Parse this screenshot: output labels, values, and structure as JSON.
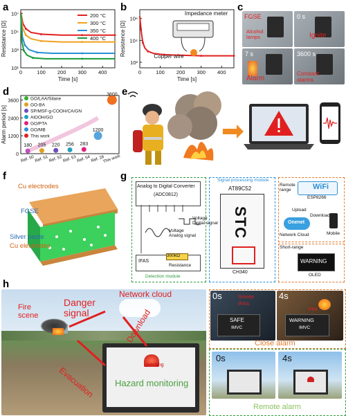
{
  "panels": {
    "a": "a",
    "b": "b",
    "c": "c",
    "d": "d",
    "e": "e",
    "f": "f",
    "g": "g",
    "h": "h"
  },
  "colors": {
    "red": "#e02020",
    "orange": "#f0a020",
    "yellow": "#e8c800",
    "green": "#1a9a3a",
    "blue": "#2b8fd6",
    "dgreen": "#2e9a3a"
  },
  "chart_data": [
    {
      "type": "line",
      "xlabel": "Time [s]",
      "ylabel": "Resistance [Ω]",
      "xticks": [
        "0",
        "100",
        "200",
        "300",
        "400"
      ],
      "yticks": [
        "10¹",
        "10³",
        "10⁵",
        "10⁷"
      ],
      "xlim": [
        0,
        460
      ],
      "ylim_log10": [
        1,
        7.4
      ],
      "series": [
        {
          "name": "200 °C",
          "color": "#e02020",
          "x": [
            0,
            10,
            25,
            50,
            100,
            200,
            300,
            400,
            460
          ],
          "log10y": [
            7.1,
            5.9,
            5.3,
            4.9,
            4.7,
            4.6,
            4.6,
            4.6,
            4.6
          ]
        },
        {
          "name": "300 °C",
          "color": "#f0a020",
          "x": [
            0,
            10,
            25,
            50,
            100,
            200,
            300,
            400,
            460
          ],
          "log10y": [
            7.0,
            5.3,
            4.6,
            4.2,
            3.95,
            3.85,
            3.85,
            3.85,
            3.85
          ]
        },
        {
          "name": "350 °C",
          "color": "#2b8fd6",
          "x": [
            0,
            8,
            20,
            40,
            80,
            150,
            300,
            460
          ],
          "log10y": [
            7.0,
            4.4,
            3.5,
            3.0,
            2.7,
            2.6,
            2.6,
            2.6
          ]
        },
        {
          "name": "400 °C",
          "color": "#1a9a3a",
          "x": [
            0,
            6,
            15,
            30,
            60,
            120,
            300,
            460
          ],
          "log10y": [
            7.0,
            3.8,
            2.9,
            2.4,
            2.1,
            2.0,
            2.0,
            2.0
          ]
        }
      ]
    },
    {
      "type": "line",
      "xlabel": "Time [s]",
      "ylabel": "Resistence [Ω]",
      "xticks": [
        "0",
        "100",
        "200",
        "300",
        "400"
      ],
      "yticks": [
        "10²",
        "10⁴",
        "10⁶"
      ],
      "xlim": [
        0,
        460
      ],
      "ylim_log10": [
        1.5,
        6.8
      ],
      "series": [
        {
          "name": "",
          "color": "#e02020",
          "x": [
            0,
            3,
            6,
            10,
            15,
            25,
            40,
            70,
            120,
            200,
            300,
            400,
            460
          ],
          "log10y": [
            6.2,
            5.6,
            5.0,
            4.4,
            3.8,
            3.3,
            3.0,
            2.8,
            2.7,
            2.65,
            2.6,
            2.6,
            2.6
          ]
        }
      ],
      "inset": {
        "title": "Impedance meter",
        "note": "Copper wire"
      }
    },
    {
      "type": "scatter",
      "ylabel": "Alarm period [s]",
      "categories": [
        "Ref. 50",
        "Ref. 51",
        "Ref. 52",
        "Ref. 53",
        "Ref. 54",
        "Ref. 28",
        "This work"
      ],
      "yticks": [
        "0",
        "1200",
        "2400",
        "3600"
      ],
      "ylim": [
        0,
        3900
      ],
      "points": [
        {
          "cat": "Ref. 50",
          "value": 180,
          "label": "180",
          "color": "#c050c0"
        },
        {
          "cat": "Ref. 51",
          "value": 205,
          "label": "205",
          "color": "#e0a020"
        },
        {
          "cat": "Ref. 52",
          "value": 220,
          "label": "220",
          "color": "#6a4cc0"
        },
        {
          "cat": "Ref. 53",
          "value": 256,
          "label": "256",
          "color": "#20a0c0"
        },
        {
          "cat": "Ref. 54",
          "value": 283,
          "label": "283",
          "color": "#e02080"
        },
        {
          "cat": "Ref. 28",
          "value": 1200,
          "label": "1200",
          "color": "#2b8fd6"
        },
        {
          "cat": "This work",
          "value": 3600,
          "label": "3600",
          "color": "#f07020"
        }
      ],
      "legend": [
        {
          "label": "GO/LAA/Silane",
          "color": "#30b030"
        },
        {
          "label": "GO-BA",
          "color": "#e0a020"
        },
        {
          "label": "SP/MSF-g-COOH/CA/GN",
          "color": "#6a4cc0"
        },
        {
          "label": "AlOOH/GO",
          "color": "#20a0c0"
        },
        {
          "label": "GO/PTA",
          "color": "#e02080"
        },
        {
          "label": "GO/MB",
          "color": "#2b8fd6"
        },
        {
          "label": "This work",
          "color": "#e02020"
        }
      ]
    }
  ],
  "c": {
    "fgse": "FGSE",
    "alcohol": "Alcohol\nlamps",
    "ignite": "Ignite",
    "t0": "0 s",
    "t7": "7 s",
    "t3600": "3600 s",
    "alarm": "Alarm",
    "constant": "Constant\nalarms"
  },
  "f": {
    "cu_top": "Cu electrodes",
    "fgse": "FGSE",
    "silver": "Silver paste",
    "cu_bot": "Cu electrodes"
  },
  "g": {
    "adc": "Analog to Digital Converter",
    "adc2": "(ADC0812)",
    "voltage_analog": "Voltage\nAnalog signal",
    "voltage_digital": "Voltage\nDigital signal",
    "ifas": "IFAS",
    "resistor": "300kΩ",
    "resistance": "Resistance",
    "detection": "Detection module",
    "spm": "Signal processing module",
    "chip": "AT89C52",
    "stc": "STC",
    "ch340": "CH340",
    "remote": "Remote\nrange",
    "wifi": "WiFi",
    "esp": "ESP8266",
    "upload": "Upload",
    "download": "Download",
    "onenet": "Onenet",
    "netcloud": "Network Cloud",
    "mobile": "Mobile",
    "short": "Short-range",
    "warning": "WARNING",
    "oled": "OLED"
  },
  "h": {
    "fire": "Fire\nscene",
    "danger": "Danger\nsignal",
    "network": "Network cloud",
    "download": "Download",
    "evacuation": "Evacuation",
    "hazard": "Hazard monitoring",
    "screen_warn": "warning",
    "t0": "0s",
    "t4": "4s",
    "smoke": "Smoke",
    "ifas": "IFAS",
    "fire_lbl": "Fire",
    "safe": "SAFE",
    "warn_lcd": "WARNING",
    "imvc": "IMVC",
    "close": "Close alarm",
    "remote": "Remote alarm"
  }
}
